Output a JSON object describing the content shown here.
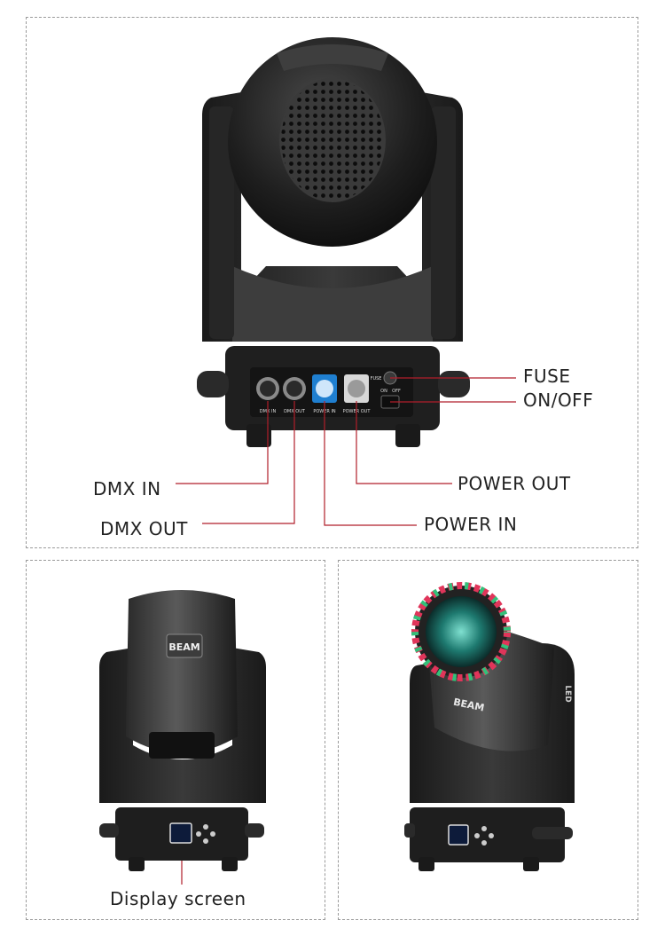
{
  "callouts": {
    "fuse": "FUSE",
    "on_off": "ON/OFF",
    "dmx_in": "DMX IN",
    "dmx_out": "DMX OUT",
    "power_out": "POWER OUT",
    "power_in": "POWER IN",
    "display_screen": "Display screen"
  },
  "panel_text": {
    "dmx_in": "DMX IN",
    "dmx_out": "DMX OUT",
    "power_in": "POWER IN",
    "power_out": "POWER OUT",
    "fuse": "FUSE",
    "on": "ON",
    "off": "OFF"
  },
  "branding": {
    "head_logo": "BEAM",
    "arm_logo": "LED"
  },
  "colors": {
    "callout_line": "#b01e2a",
    "powercon_in": "#1f7fd0",
    "powercon_out": "#d8d8d8",
    "body": "#2b2b2b"
  }
}
